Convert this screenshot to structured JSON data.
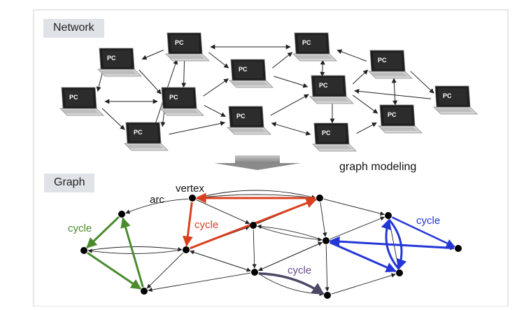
{
  "sections": {
    "network": {
      "label": "Network"
    },
    "graph": {
      "label": "Graph"
    }
  },
  "transition": {
    "label": "graph modeling"
  },
  "network": {
    "node_label": "PC",
    "node_icon": "laptop-icon"
  },
  "graph": {
    "terms": {
      "arc": "arc",
      "vertex": "vertex"
    },
    "cycle_label": "cycle"
  },
  "colors": {
    "background": "#ffffff",
    "label_box": "#dfe3e8",
    "arrow": "#222222",
    "cycle_green": "#4b8b2e",
    "cycle_red": "#d9401f",
    "cycle_blue": "#2437d6",
    "cycle_purple": "#4b4866",
    "cycle_purple_text": "#6a4b8a"
  }
}
